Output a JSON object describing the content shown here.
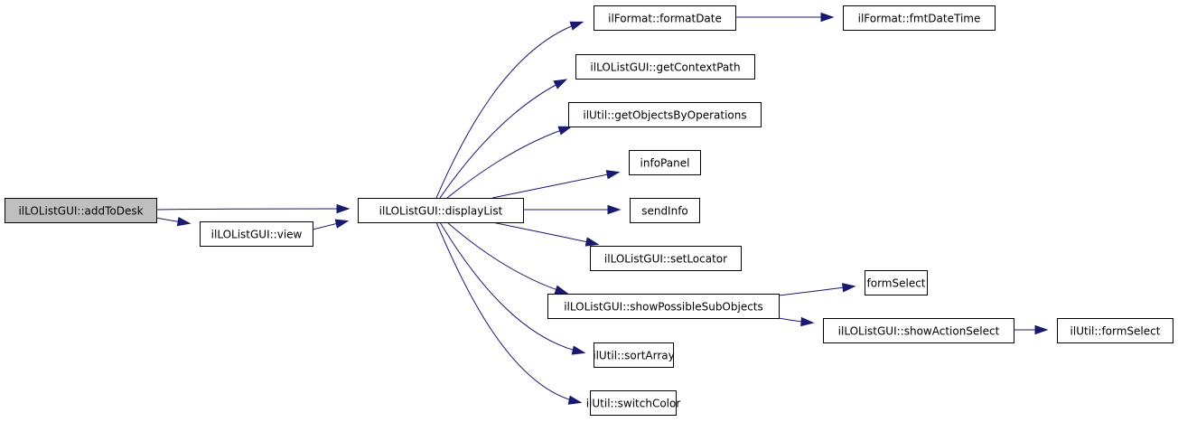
{
  "diagram": {
    "type": "call-graph",
    "root": "n_addToDesk",
    "colors": {
      "edge": "#191970",
      "node_border": "#000000",
      "node_fill": "#ffffff",
      "root_fill": "#bfbfbf"
    },
    "nodes": [
      {
        "id": "n_addToDesk",
        "label": "ilLOListGUI::addToDesk",
        "root": true
      },
      {
        "id": "n_view",
        "label": "ilLOListGUI::view"
      },
      {
        "id": "n_displayList",
        "label": "ilLOListGUI::displayList"
      },
      {
        "id": "n_formatDate",
        "label": "ilFormat::formatDate"
      },
      {
        "id": "n_fmtDateTime",
        "label": "ilFormat::fmtDateTime"
      },
      {
        "id": "n_getContextPath",
        "label": "ilLOListGUI::getContextPath"
      },
      {
        "id": "n_getObjectsByOperations",
        "label": "ilUtil::getObjectsByOperations"
      },
      {
        "id": "n_infoPanel",
        "label": "infoPanel"
      },
      {
        "id": "n_sendInfo",
        "label": "sendInfo"
      },
      {
        "id": "n_setLocator",
        "label": "ilLOListGUI::setLocator"
      },
      {
        "id": "n_showPossibleSubObjects",
        "label": "ilLOListGUI::showPossibleSubObjects"
      },
      {
        "id": "n_formSelect",
        "label": "formSelect"
      },
      {
        "id": "n_showActionSelect",
        "label": "ilLOListGUI::showActionSelect"
      },
      {
        "id": "n_utilFormSelect",
        "label": "ilUtil::formSelect"
      },
      {
        "id": "n_sortArray",
        "label": "ilUtil::sortArray"
      },
      {
        "id": "n_switchColor",
        "label": "ilUtil::switchColor"
      }
    ],
    "edges": [
      {
        "from": "n_addToDesk",
        "to": "n_displayList"
      },
      {
        "from": "n_addToDesk",
        "to": "n_view"
      },
      {
        "from": "n_view",
        "to": "n_displayList"
      },
      {
        "from": "n_displayList",
        "to": "n_formatDate"
      },
      {
        "from": "n_displayList",
        "to": "n_getContextPath"
      },
      {
        "from": "n_displayList",
        "to": "n_getObjectsByOperations"
      },
      {
        "from": "n_displayList",
        "to": "n_infoPanel"
      },
      {
        "from": "n_displayList",
        "to": "n_sendInfo"
      },
      {
        "from": "n_displayList",
        "to": "n_setLocator"
      },
      {
        "from": "n_displayList",
        "to": "n_showPossibleSubObjects"
      },
      {
        "from": "n_displayList",
        "to": "n_sortArray"
      },
      {
        "from": "n_displayList",
        "to": "n_switchColor"
      },
      {
        "from": "n_formatDate",
        "to": "n_fmtDateTime"
      },
      {
        "from": "n_showPossibleSubObjects",
        "to": "n_formSelect"
      },
      {
        "from": "n_showPossibleSubObjects",
        "to": "n_showActionSelect"
      },
      {
        "from": "n_showActionSelect",
        "to": "n_utilFormSelect"
      }
    ]
  }
}
